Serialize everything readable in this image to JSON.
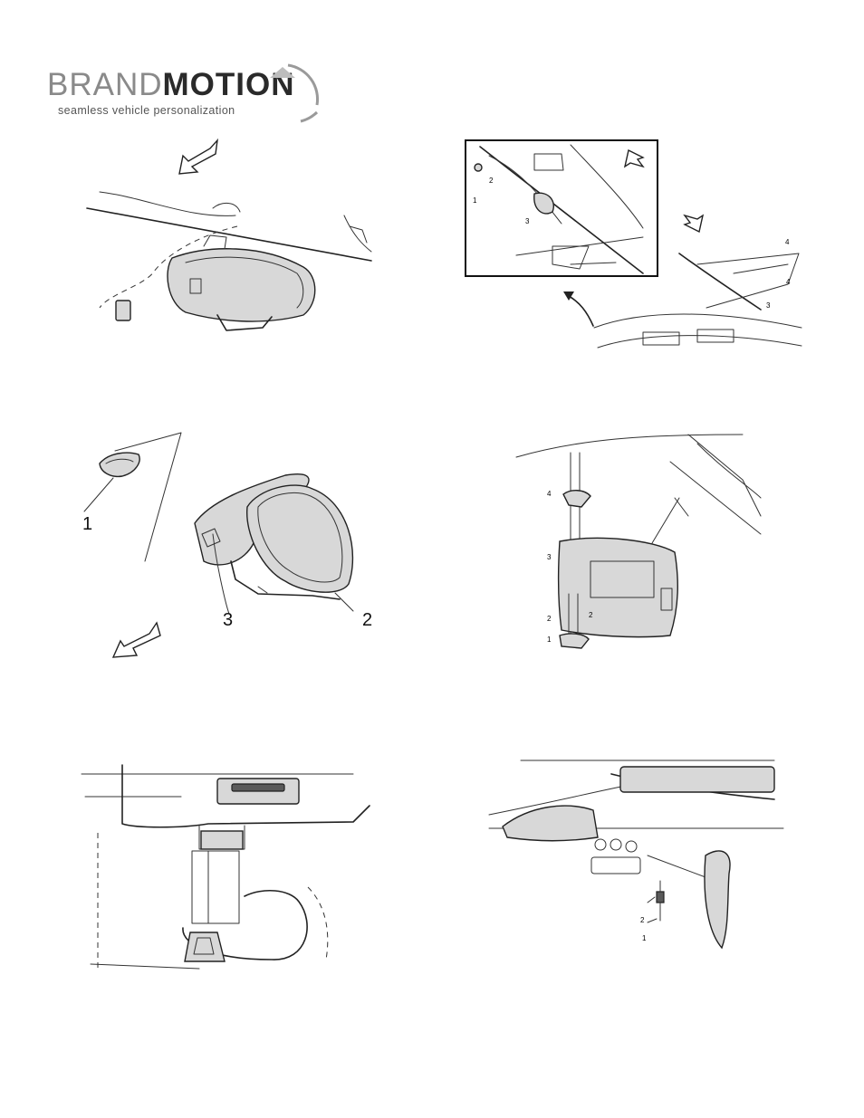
{
  "logo": {
    "brand_light": "BRAND",
    "brand_bold": "MOTION",
    "tagline": "seamless vehicle personalization",
    "colors": {
      "light": "#8a8a8a",
      "bold": "#2a2a2a",
      "arc": "#9a9a9a"
    }
  },
  "figures": {
    "fig2": {
      "callouts": [
        "1",
        "2",
        "3",
        "3",
        "4",
        "4",
        "3"
      ]
    },
    "fig3": {
      "callouts": [
        "1",
        "3",
        "2"
      ]
    },
    "fig4": {
      "callouts": [
        "4",
        "3",
        "2",
        "2",
        "1"
      ]
    },
    "fig6": {
      "callouts": [
        "2",
        "1"
      ]
    }
  }
}
